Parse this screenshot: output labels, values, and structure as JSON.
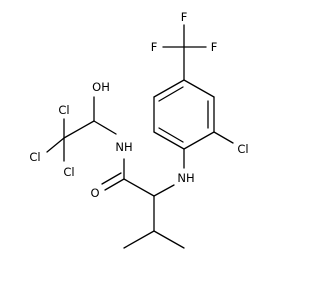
{
  "molecule": {
    "atom_labels": {
      "f_top": "F",
      "f_left": "F",
      "f_right": "F",
      "cl_aryl": "Cl",
      "nh_amine": "NH",
      "nh_amide": "NH",
      "o_carbonyl": "O",
      "oh": "OH",
      "cl_1": "Cl",
      "cl_2": "Cl",
      "cl_3": "Cl"
    }
  }
}
